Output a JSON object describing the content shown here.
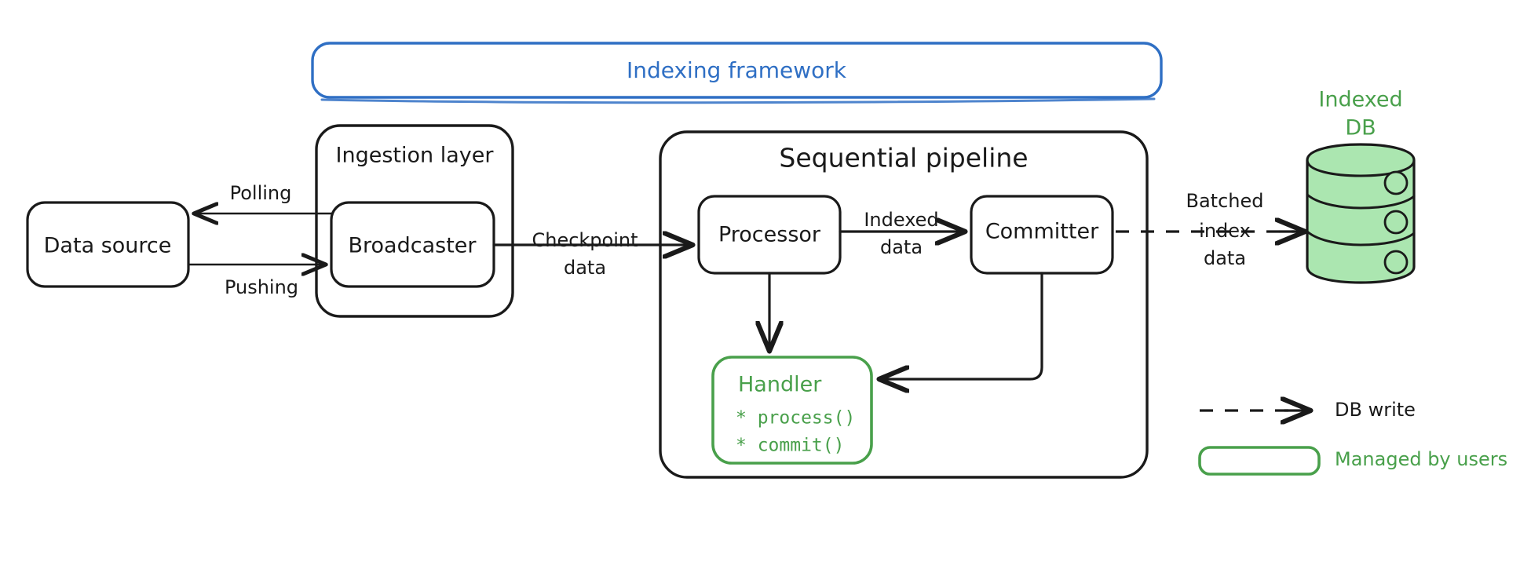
{
  "diagram": {
    "title": "Indexing framework architecture",
    "colors": {
      "blue": "#2f6fc4",
      "green": "#49a04b",
      "dark": "#1a1a1a",
      "db_fill": "#abe6b0",
      "background": "#ffffff"
    }
  },
  "framework": {
    "label": "Indexing framework"
  },
  "ingestion": {
    "label": "Ingestion layer",
    "broadcaster": "Broadcaster"
  },
  "pipeline": {
    "label": "Sequential pipeline",
    "processor": "Processor",
    "committer": "Committer",
    "handler": {
      "title": "Handler",
      "methods": [
        "* process()",
        "* commit()"
      ]
    }
  },
  "source": {
    "label": "Data source"
  },
  "database": {
    "label_line1": "Indexed",
    "label_line2": "DB"
  },
  "edges": {
    "polling": "Polling",
    "pushing": "Pushing",
    "checkpoint_line1": "Checkpoint",
    "checkpoint_line2": "data",
    "indexed_line1": "Indexed",
    "indexed_line2": "data",
    "batched_line1": "Batched",
    "batched_line2": "index",
    "batched_line3": "data"
  },
  "legend": {
    "db_write": "DB write",
    "managed_by_users": "Managed by users"
  }
}
